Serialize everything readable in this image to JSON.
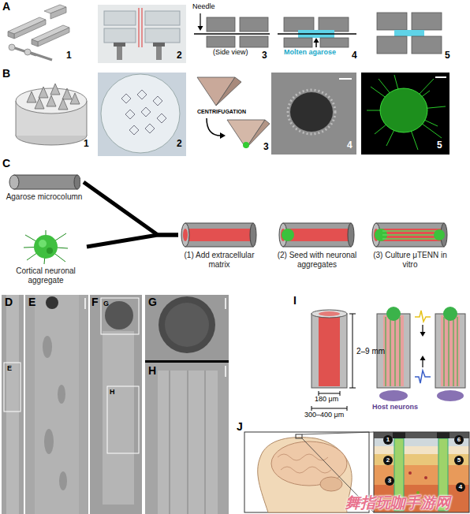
{
  "diagram": {
    "nodes": [
      {
        "text": [
          "Agarose microcolumn"
        ]
      },
      {
        "text": [
          "Cortical neuronal aggregate"
        ]
      },
      {
        "text": [
          "(1) Add extracellular matrix"
        ]
      },
      {
        "text": [
          "(2) Seed with neuronal aggregates"
        ]
      },
      {
        "text": [
          "(3) Culture μTENN in vitro"
        ]
      }
    ],
    "edges": [
      {
        "from": 0,
        "to": 2,
        "arrow": "none"
      },
      {
        "from": 1,
        "to": 2,
        "arrow": "none"
      }
    ],
    "labels": [
      "A",
      "1",
      "2",
      "Needle",
      "(Side view)",
      "3",
      "Molten agarose",
      "4",
      "5",
      "B",
      "1",
      "2",
      "CENTRIFUGATION",
      "3",
      "4",
      "5",
      "C",
      "D",
      "E",
      "E",
      "F",
      "G",
      "G",
      "H",
      "H",
      "I",
      "2–9 mm",
      "180 μm",
      "300–400 μm",
      "Host neurons",
      "J",
      "1",
      "6",
      "2",
      "5",
      "3",
      "4",
      "舞指玩咖手游网"
    ]
  }
}
